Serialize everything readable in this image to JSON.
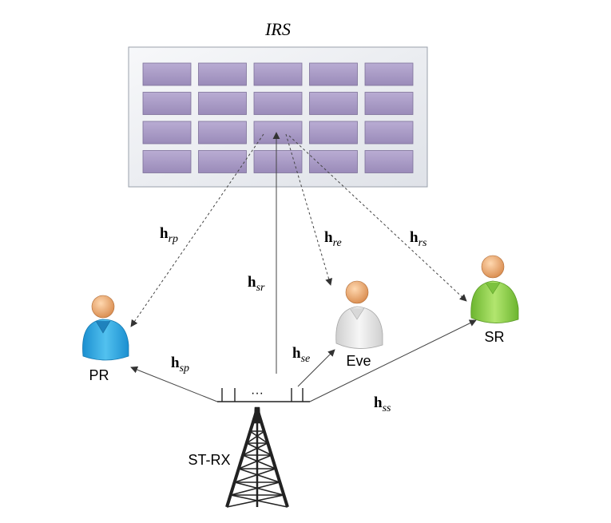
{
  "irs": {
    "title": "IRS",
    "rows": 4,
    "cols": 5
  },
  "nodes": {
    "pr": "PR",
    "eve": "Eve",
    "sr": "SR",
    "st_rx": "ST-RX",
    "antenna_dots": "···"
  },
  "channels": {
    "h_rp": {
      "base": "h",
      "sub": "rp"
    },
    "h_re": {
      "base": "h",
      "sub": "re"
    },
    "h_rs": {
      "base": "h",
      "sub": "rs"
    },
    "h_sr": {
      "base": "h",
      "sub": "sr"
    },
    "h_sp": {
      "base": "h",
      "sub": "sp"
    },
    "h_se": {
      "base": "h",
      "sub": "se"
    },
    "h_ss": {
      "base": "h",
      "sub": "ss"
    }
  },
  "colors": {
    "irs_panel": "#eef0f4",
    "irs_element": "#a99ac6",
    "pr_body": "#2aa7df",
    "eve_body": "#e6e6e6",
    "sr_body": "#8fd14f",
    "head": "#f2b27c",
    "tower": "#222222"
  }
}
